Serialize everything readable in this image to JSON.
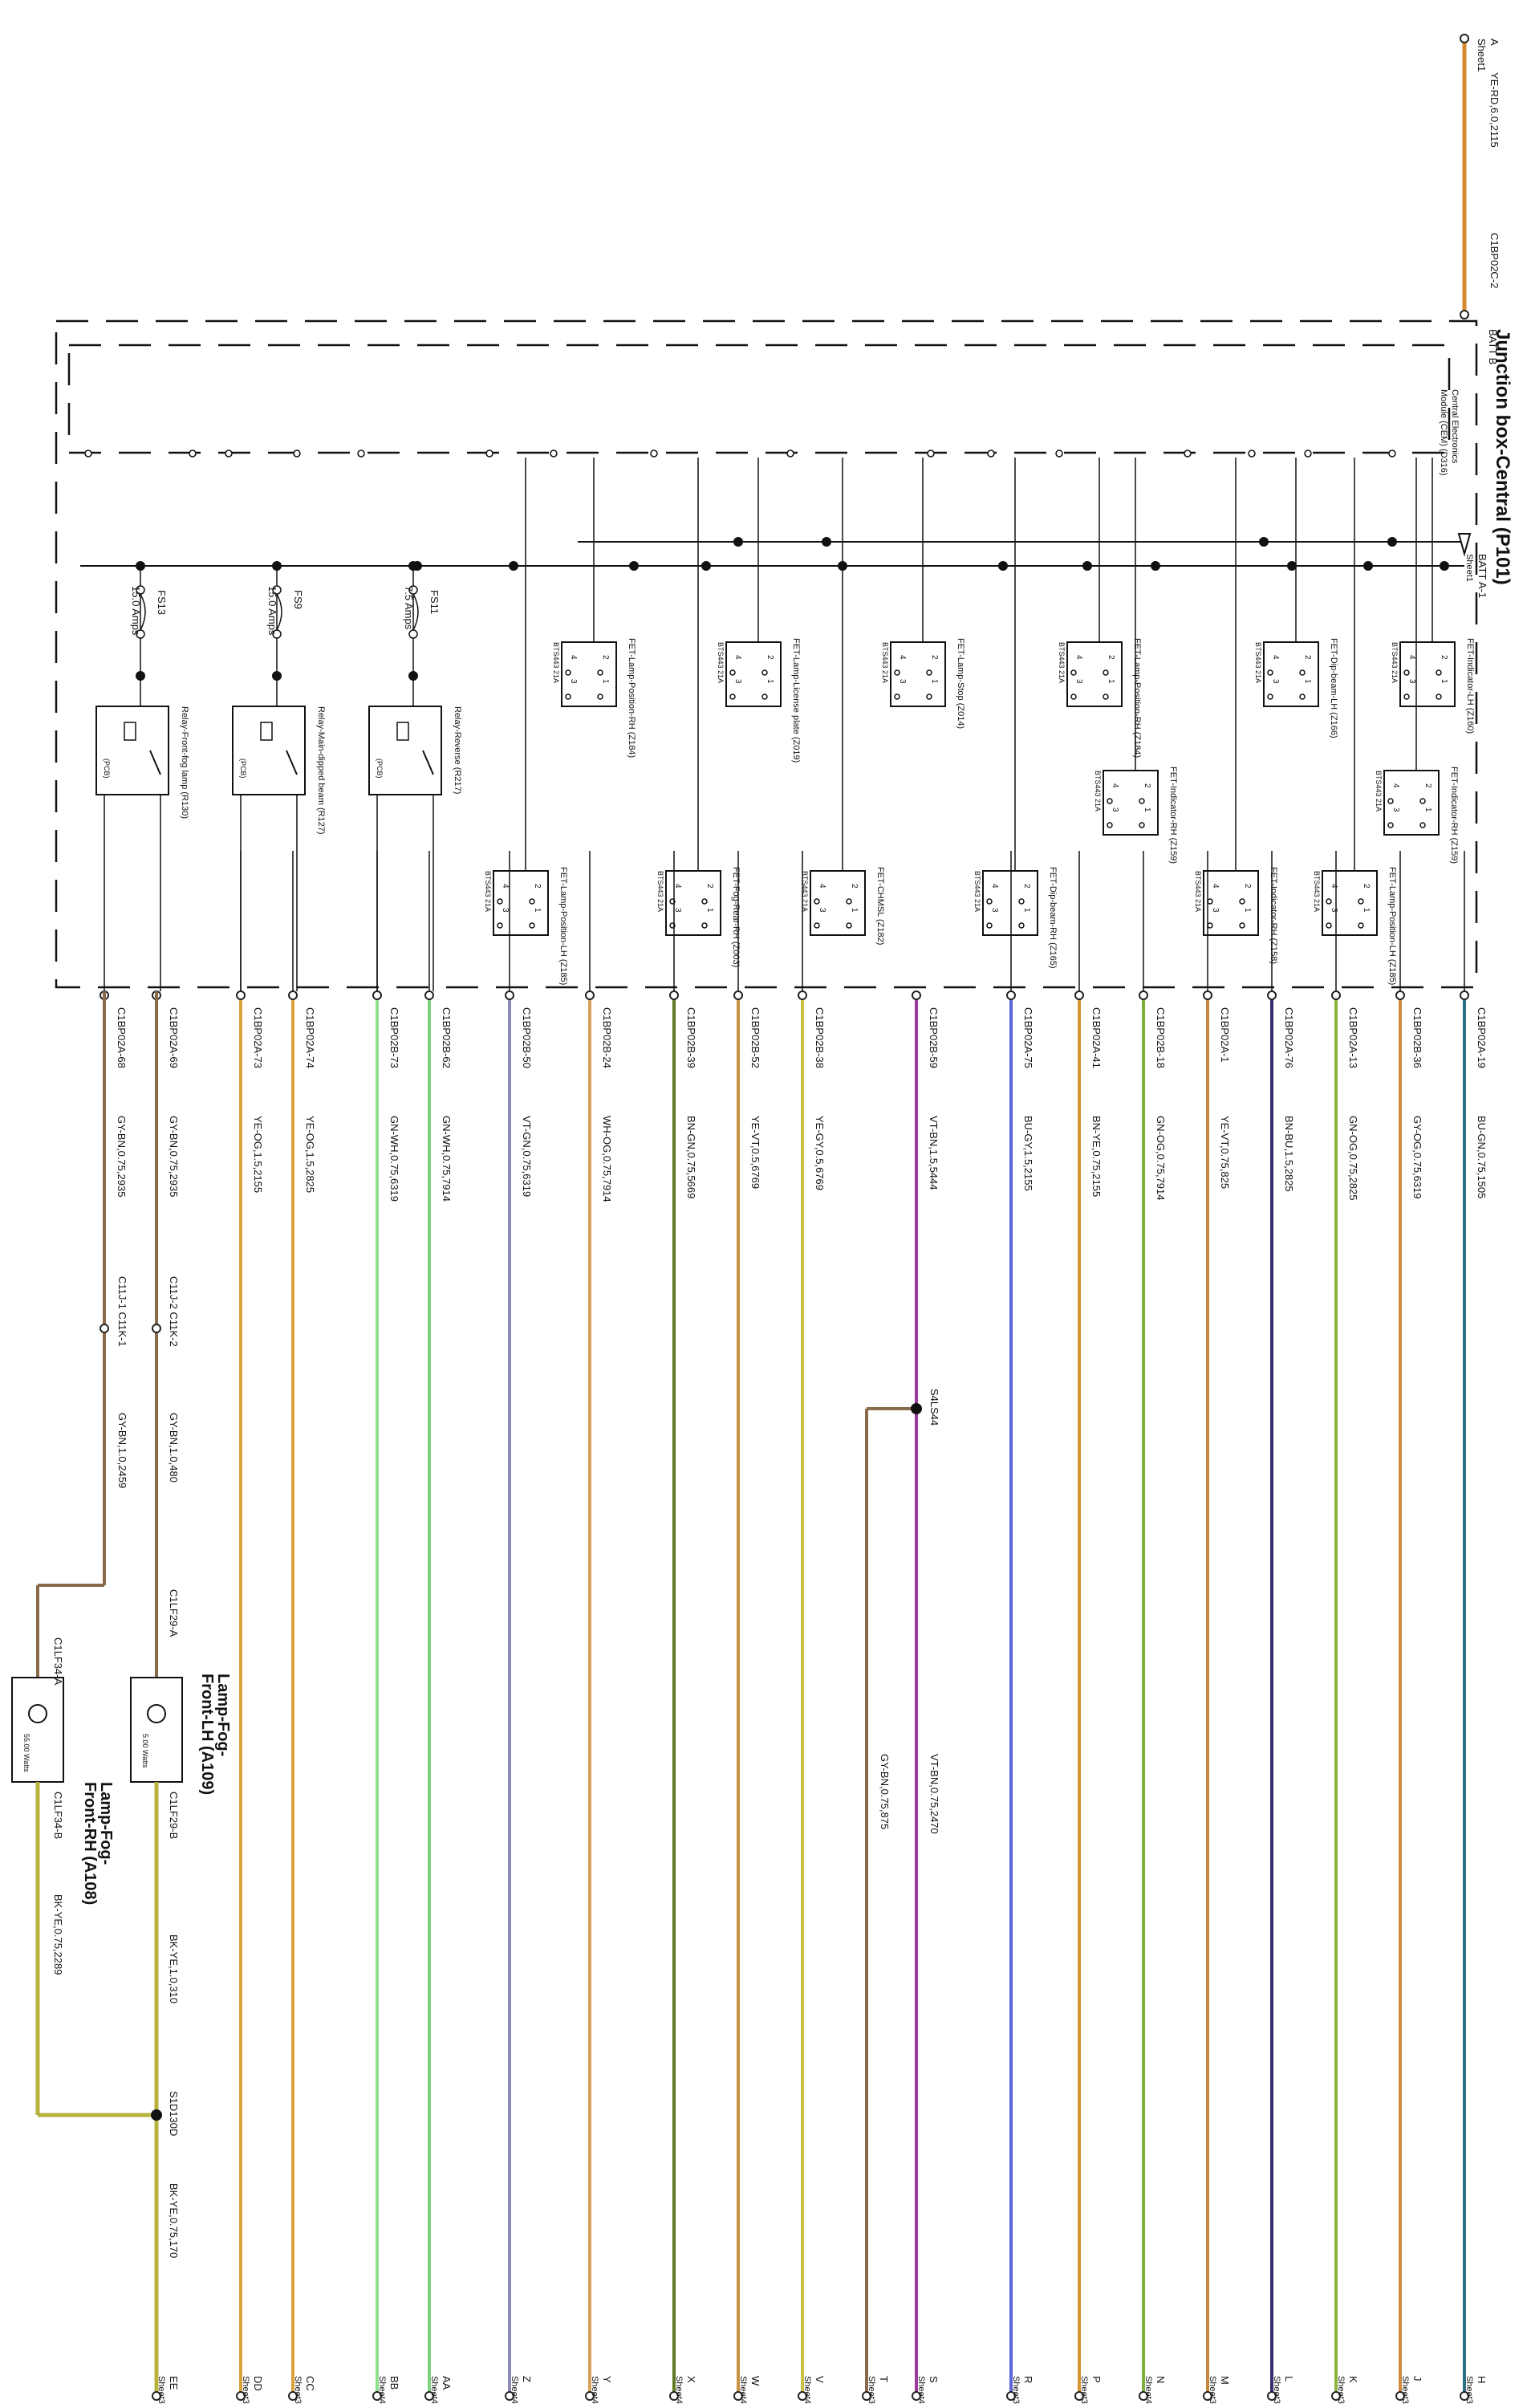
{
  "junction_box": {
    "title": "Junction box-Central (P101)",
    "module_line1": "Central Electronics",
    "module_line2": "Module (CEM) (D316)",
    "batt_b": "BATT B",
    "batt_a_line1": "BATT A-1",
    "batt_a_line2": "Sheet1"
  },
  "input_wire": {
    "label": "YE-RD,6.0,2115",
    "connector": "C1BP02C-2",
    "ref_letter": "A",
    "ref_sheet": "Sheet1",
    "color": "#d78a2c"
  },
  "fets": [
    {
      "name": "FET-Indicator-LH (Z160)",
      "part": "BTS443 21A"
    },
    {
      "name": "FET-Indicator-RH (Z159)",
      "part": "BTS443 21A"
    },
    {
      "name": "FET-Dip-beam-LH (Z166)",
      "part": "BTS443 21A"
    },
    {
      "name": "FET-Lamp-Position-LH (Z185)",
      "part": "BTS443 21A"
    },
    {
      "name": "FET-Indicator-RH (Z158)",
      "part": "BTS443 21A"
    },
    {
      "name": "FET-Indicator-RH (Z159)",
      "part": "BTS443 21A"
    },
    {
      "name": "FET-Lamp-Position-RH (Z184)",
      "part": "BTS443 21A"
    },
    {
      "name": "FET-Dip-beam-RH (Z165)",
      "part": "BTS443 21A"
    },
    {
      "name": "FET-Lamp-Stop (Z014)",
      "part": "BTS443 21A"
    },
    {
      "name": "FET-CHMSL (Z182)",
      "part": "BTS443 21A"
    },
    {
      "name": "FET-Lamp-License plate (Z019)",
      "part": "BTS443 21A"
    },
    {
      "name": "FET-Fog-Rear-RH (Z003)",
      "part": "BTS443 21A"
    },
    {
      "name": "FET-Lamp-Position-RH (Z184)",
      "part": "BTS443 21A"
    },
    {
      "name": "FET-Lamp-Position-LH (Z185)",
      "part": "BTS443 21A"
    }
  ],
  "pins": [
    "4",
    "2",
    "3",
    "1"
  ],
  "relays": [
    {
      "name": "Relay-Front-fog lamp (R130)",
      "pcb": "(PCB)",
      "fuse": "FS13",
      "rating": "15.0 Amps"
    },
    {
      "name": "Relay-Main-dipped beam (R127)",
      "pcb": "(PCB)",
      "fuse": "FS9",
      "rating": "15.0 Amps"
    },
    {
      "name": "Relay-Reverse (R217)",
      "pcb": "(PCB)",
      "fuse": "FS11",
      "rating": "7.5 Amps"
    }
  ],
  "wires": [
    {
      "connector": "C1BP02A-19",
      "label": "BU-GN,0.75,1505",
      "ref": "H",
      "sheet": "Sheet3",
      "color": "#2e6f86"
    },
    {
      "connector": "C1BP02B-36",
      "label": "GY-OG,0.75,6319",
      "ref": "J",
      "sheet": "Sheet3",
      "color": "#d38b3f"
    },
    {
      "connector": "C1BP02A-13",
      "label": "GN-OG,0.75,2825",
      "ref": "K",
      "sheet": "Sheet3",
      "color": "#8fb33a"
    },
    {
      "connector": "C1BP02A-76",
      "label": "BN-BU,1.5,2825",
      "ref": "L",
      "sheet": "Sheet3",
      "color": "#3b2a6e"
    },
    {
      "connector": "C1BP02A-1",
      "label": "YE-VT,0.75,825",
      "ref": "M",
      "sheet": "Sheet3",
      "color": "#c6873f"
    },
    {
      "connector": "C1BP02B-18",
      "label": "GN-OG,0.75,7914",
      "ref": "N",
      "sheet": "Sheet4",
      "color": "#7fae3c"
    },
    {
      "connector": "C1BP02A-41",
      "label": "BN-YE,0.75,2155",
      "ref": "P",
      "sheet": "Sheet3",
      "color": "#d6952f"
    },
    {
      "connector": "C1BP02A-75",
      "label": "BU-GY,1.5,2155",
      "ref": "R",
      "sheet": "Sheet3",
      "color": "#5b67d6"
    },
    {
      "connector": "C1BP02B-59",
      "label": "VT-BN,1.5,5444",
      "ref": "S",
      "sheet": "Sheet4",
      "color": "#9b3a9b"
    },
    {
      "connector": "C1BP02B-38",
      "label": "YE-GY,0.5,6769",
      "ref": "V",
      "sheet": "Sheet4",
      "color": "#c7c14a"
    },
    {
      "connector": "C1BP02B-52",
      "label": "YE-VT,0.5,6769",
      "ref": "W",
      "sheet": "Sheet4",
      "color": "#c99143"
    },
    {
      "connector": "C1BP02B-39",
      "label": "BN-GN,0.75,5669",
      "ref": "X",
      "sheet": "Sheet4",
      "color": "#5e7a1e"
    },
    {
      "connector": "C1BP02B-24",
      "label": "WH-OG,0.75,7914",
      "ref": "Y",
      "sheet": "Sheet4",
      "color": "#d8a05a"
    },
    {
      "connector": "C1BP02B-50",
      "label": "VT-GN,0.75,6319",
      "ref": "Z",
      "sheet": "Sheet4",
      "color": "#8a8ab5"
    },
    {
      "connector": "C1BP02B-62",
      "label": "GN-WH,0.75,7914",
      "ref": "AA",
      "sheet": "Sheet4",
      "color": "#7fd17f"
    },
    {
      "connector": "C1BP02B-73",
      "label": "GN-WH,0.75,6319",
      "ref": "BB",
      "sheet": "Sheet4",
      "color": "#8de08d"
    },
    {
      "connector": "C1BP02A-74",
      "label": "YE-OG,1.5,2825",
      "ref": "CC",
      "sheet": "Sheet3",
      "color": "#d9a23a"
    },
    {
      "connector": "C1BP02A-73",
      "label": "YE-OG,1.5,2155",
      "ref": "DD",
      "sheet": "Sheet3",
      "color": "#d9a23a"
    },
    {
      "connector": "C1BP02A-69",
      "label": "GY-BN,0.75,2935",
      "ref": "",
      "sheet": "",
      "color": "#8a6a4a"
    },
    {
      "connector": "C1BP02A-68",
      "label": "GY-BN,0.75,2935",
      "ref": "",
      "sheet": "",
      "color": "#8a6a4a"
    }
  ],
  "splice": {
    "name": "S4LS44",
    "label_out": "VT-BN,0.75,2470",
    "label_branch": "GY-BN,0.75,875",
    "ref": "T",
    "sheet": "Sheet3",
    "branch_color": "#8a6a4a"
  },
  "fog_circuit": {
    "inline_conn_lh": "C11J-2  C11K-2",
    "inline_conn_rh": "C11J-1  C11K-1",
    "wire_lh": "GY-BN,1.0,480",
    "wire_rh": "GY-BN,1.0,2459",
    "lamp_lh": {
      "title_line1": "Lamp-Fog-",
      "title_line2": "Front-LH (A109)",
      "watts": "5.00 Watts",
      "conn_in": "C1LF29-A",
      "conn_out": "C1LF29-B",
      "ground_wire": "BK-YE,1.0,310"
    },
    "lamp_rh": {
      "title_line1": "Lamp-Fog-",
      "title_line2": "Front-RH (A108)",
      "watts": "55.00 Watts",
      "conn_in": "C1LF34-A",
      "conn_out": "C1LF34-B",
      "ground_wire": "BK-YE,0.75,2289"
    },
    "ground_splice": "S1D130D",
    "ground_out_wire": "BK-YE,0.75,170",
    "ground_ref": "EE",
    "ground_sheet": "Sheet3",
    "ground_color": "#b7b23c"
  }
}
